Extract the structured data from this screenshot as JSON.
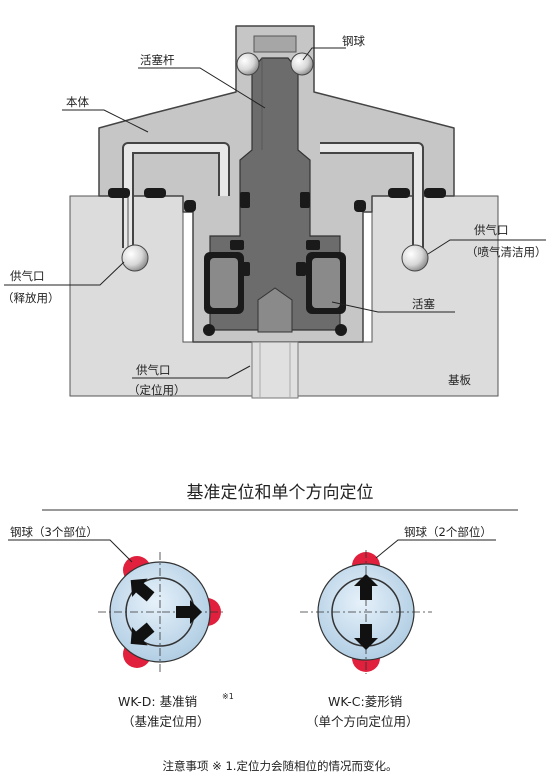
{
  "cross_section": {
    "labels": {
      "steel_ball": "钢球",
      "piston_rod": "活塞杆",
      "body": "本体",
      "air_port_release_1": "供气口",
      "air_port_release_2": "（释放用）",
      "air_port_cleaning_1": "供气口",
      "air_port_cleaning_2": "（喷气清洁用）",
      "piston": "活塞",
      "air_port_locate_1": "供气口",
      "air_port_locate_2": "（定位用）",
      "base_plate": "基板"
    }
  },
  "positioning": {
    "title": "基准定位和单个方向定位",
    "wkd": {
      "ball_label": "钢球（3个部位）",
      "name": "WK-D: 基准销",
      "note_mark": "※1",
      "sub": "（基准定位用）"
    },
    "wkc": {
      "ball_label": "钢球（2个部位）",
      "name": "WK-C:菱形销",
      "sub": "（单个方向定位用）"
    },
    "footnote": "注意事项 ※ 1.定位力会随相位的情况而变化。"
  },
  "colors": {
    "body_gray": "#c8c8c8",
    "base_gray": "#dedede",
    "rod_dark": "#6f6f6f",
    "ball_red": "#e0203c",
    "pin_blue": "#c4dcee",
    "seal_black": "#1a1a1a"
  }
}
